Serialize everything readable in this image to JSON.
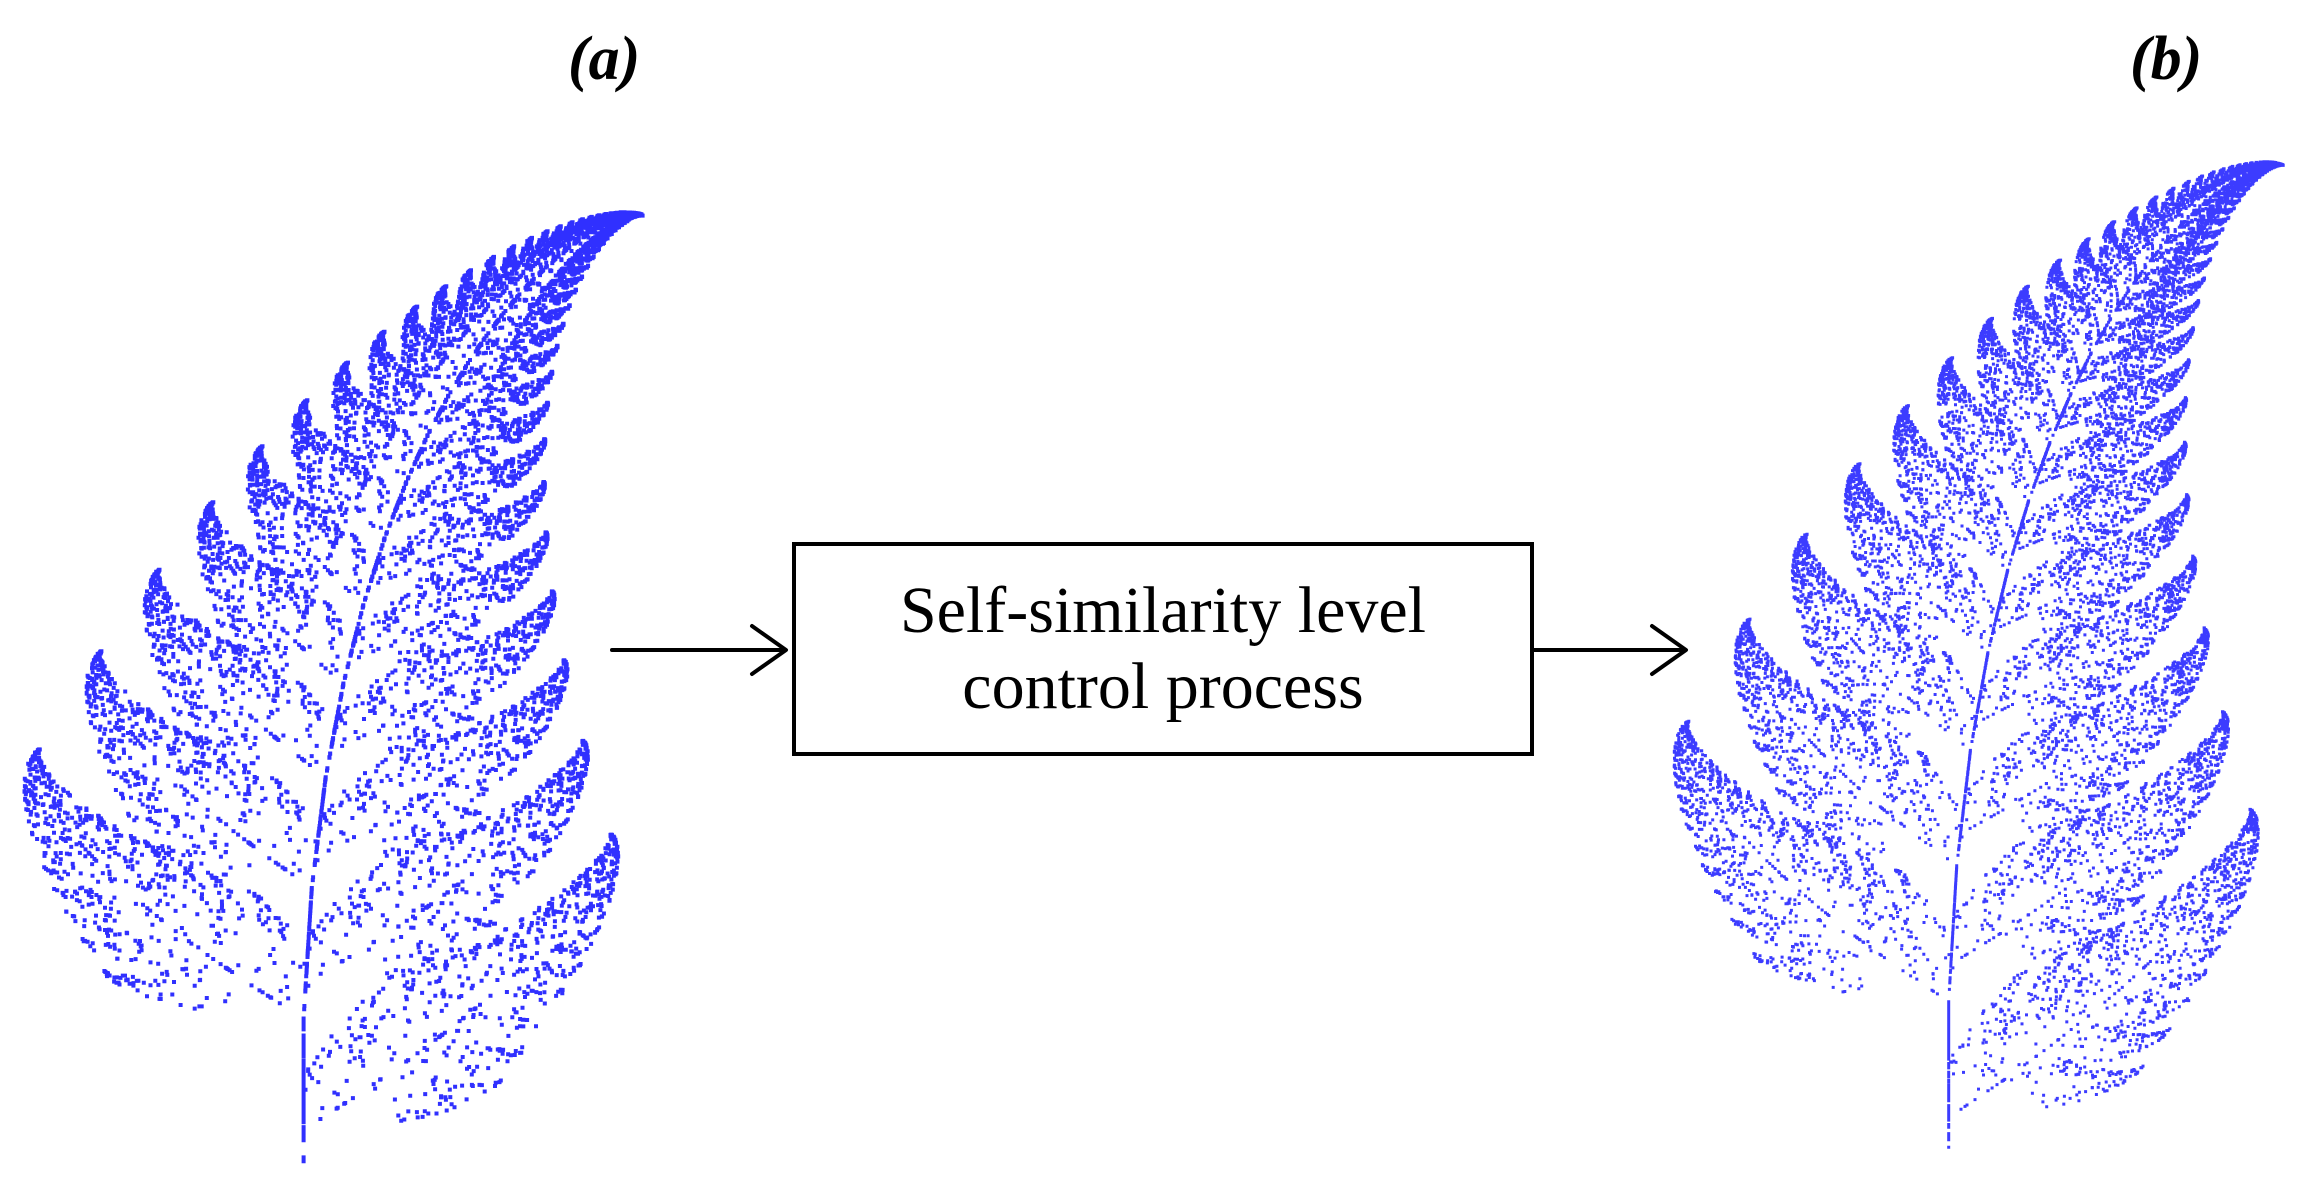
{
  "labels": {
    "a": "(a)",
    "b": "(b)"
  },
  "process": {
    "line1": "Self-similarity level",
    "line2": "control process"
  },
  "colors": {
    "fern": "#1a1aff",
    "stroke": "#000000",
    "background": "#ffffff"
  }
}
